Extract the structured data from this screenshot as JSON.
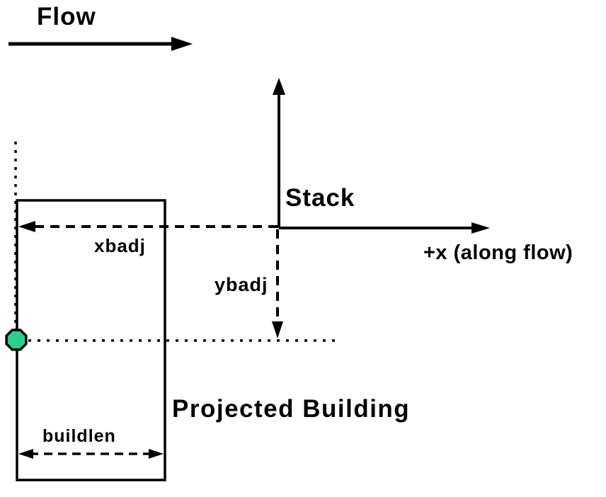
{
  "diagram": {
    "title": "Stack and projected building geometry diagram",
    "labels": {
      "flow": "Flow",
      "stack": "Stack",
      "x_axis": "+x (along flow)",
      "xbadj": "xbadj",
      "ybadj": "ybadj",
      "projected_building": "Projected Building",
      "buildlen": "buildlen"
    },
    "colors": {
      "line": "#000000",
      "background": "#ffffff",
      "corner_marker_fill": "#2fcc8f",
      "corner_marker_stroke": "#000000"
    },
    "icons": {
      "flow_arrow": "right-arrow",
      "y_axis_arrow": "up-arrow",
      "x_axis_arrow": "right-arrow",
      "xbadj_arrow": "left-arrow-dashed",
      "ybadj_arrow": "down-arrow-dashed",
      "buildlen_arrow": "double-headed-arrow-dashed",
      "corner_marker": "octagon-marker"
    }
  }
}
